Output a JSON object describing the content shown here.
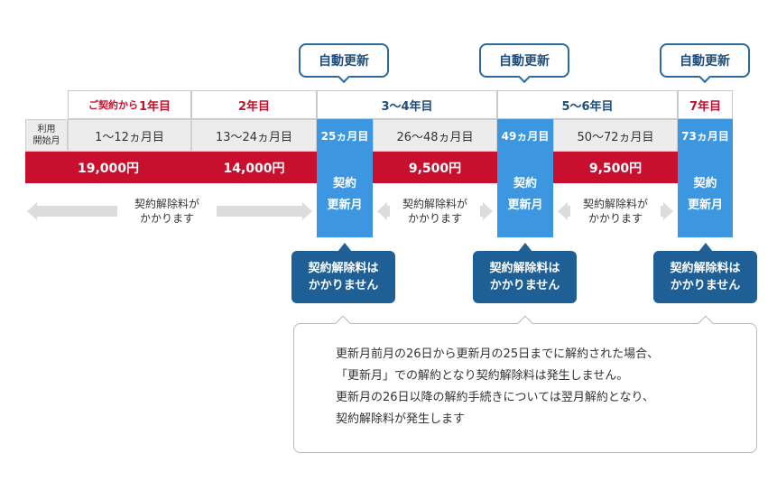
{
  "auto_renewal": [
    "自動更新",
    "自動更新",
    "自動更新"
  ],
  "years": {
    "y1_prefix": "ご契約から",
    "y1": "1年目",
    "y2": "2年目",
    "y3": "3〜4年目",
    "y5": "5〜6年目",
    "y7": "7年目"
  },
  "usage_label": [
    "利用",
    "開始月"
  ],
  "months": {
    "m1": "1〜12ヵ月目",
    "m2": "13〜24ヵ月目",
    "m3": "26〜48ヵ月目",
    "m5": "50〜72ヵ月目"
  },
  "renewal_months": [
    "25ヵ月目",
    "49ヵ月目",
    "73ヵ月目"
  ],
  "fees": {
    "y1": "19,000円",
    "y2": "14,000円",
    "y3": "9,500円",
    "y5": "9,500円"
  },
  "renewal_body": [
    "契約",
    "更新月"
  ],
  "fee_applies": [
    "契約解除料が",
    "かかります"
  ],
  "no_fee": [
    "契約解除料は",
    "かかりません"
  ],
  "note_lines": [
    "更新月前月の26日から更新月の25日までに解約された場合、",
    "「更新月」での解約となり契約解除料は発生しません。",
    "更新月の26日以降の解約手続きについては翌月解約となり、",
    "契約解除料が発生します"
  ],
  "colors": {
    "fee_red": "#c8102e",
    "renewal_blue": "#3d97e0",
    "badge_navy": "#1e5f96",
    "callout_border": "#2a6a9e"
  }
}
